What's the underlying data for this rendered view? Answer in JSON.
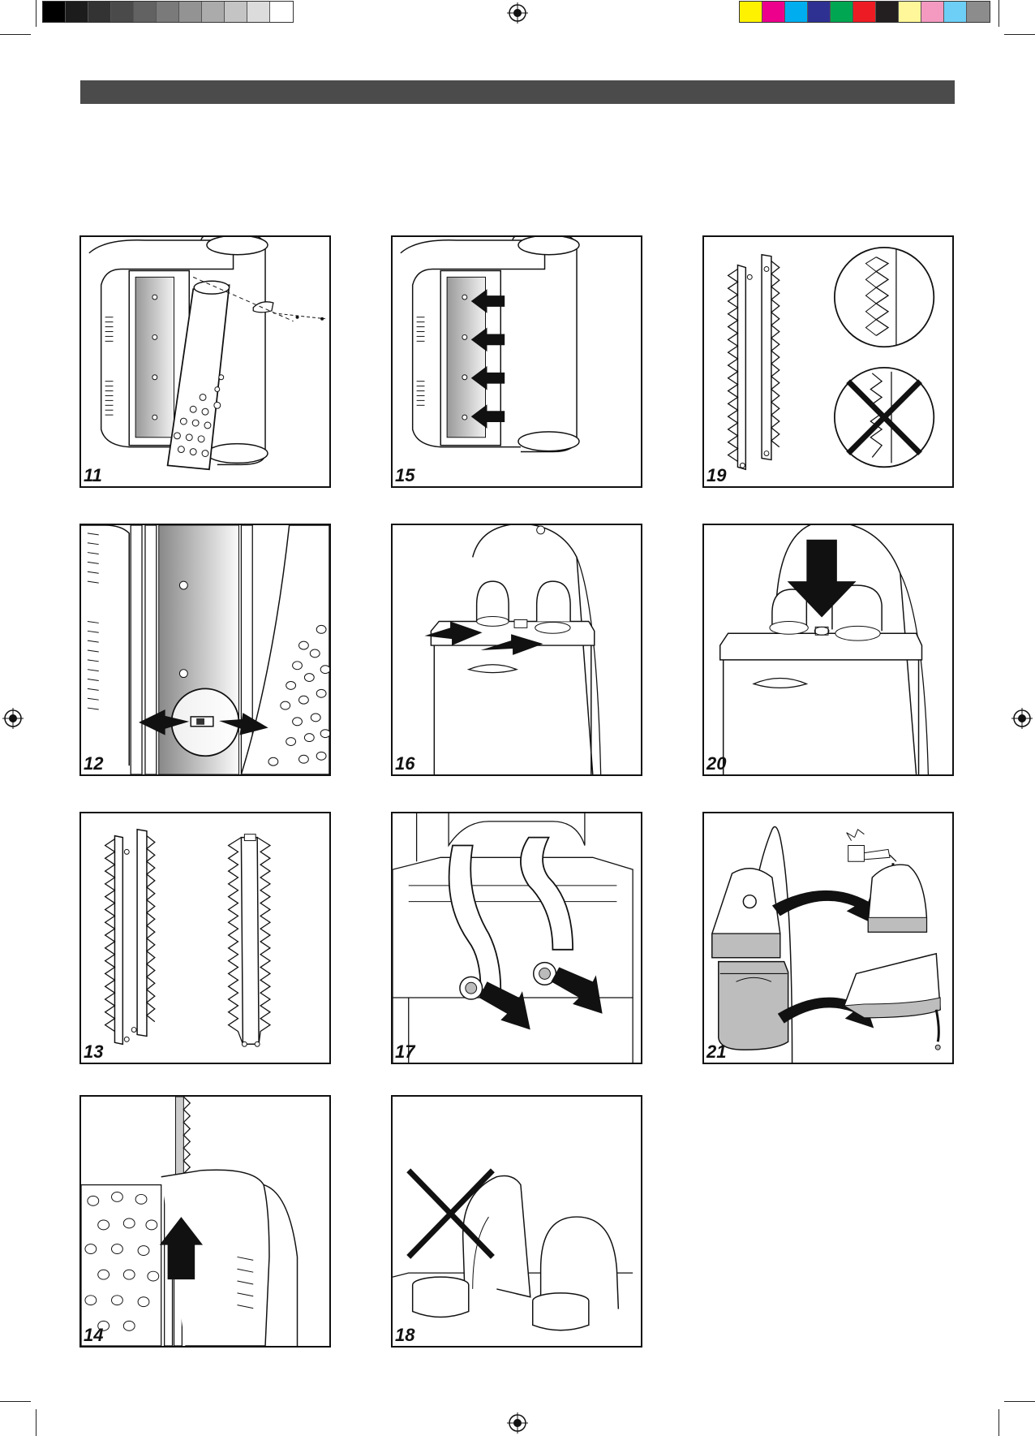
{
  "registration": {
    "gray_swatches": [
      "#000000",
      "#1c1c1c",
      "#333333",
      "#4a4a4a",
      "#626262",
      "#7a7a7a",
      "#939393",
      "#ababab",
      "#c4c4c4",
      "#dcdcdc",
      "#ffffff"
    ],
    "color_swatches": [
      "#fff200",
      "#ec008c",
      "#00aeef",
      "#2e3192",
      "#00a651",
      "#ed1c24",
      "#231f20",
      "#fff799",
      "#f49ac1",
      "#6dcff6",
      "#8c8c8c"
    ]
  },
  "header": {
    "title": ""
  },
  "figures": [
    {
      "number": "11",
      "depicts": "filter-removal"
    },
    {
      "number": "12",
      "depicts": "filter-clip"
    },
    {
      "number": "13",
      "depicts": "filter-frames"
    },
    {
      "number": "14",
      "depicts": "frame-insert"
    },
    {
      "number": "15",
      "depicts": "filter-insert"
    },
    {
      "number": "16",
      "depicts": "tank-hoses"
    },
    {
      "number": "17",
      "depicts": "hose-connection"
    },
    {
      "number": "18",
      "depicts": "wrong-hose"
    },
    {
      "number": "19",
      "depicts": "frame-folds"
    },
    {
      "number": "20",
      "depicts": "tank-press"
    },
    {
      "number": "21",
      "depicts": "tank-empty"
    }
  ]
}
